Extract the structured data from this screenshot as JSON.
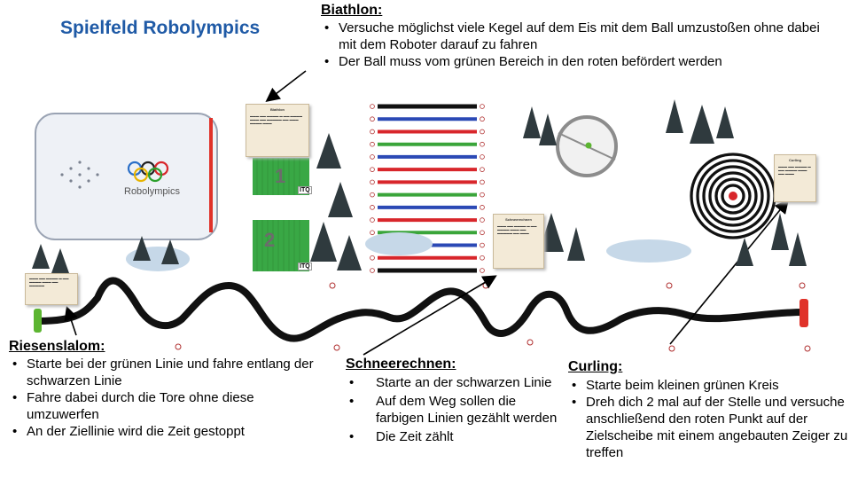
{
  "title": "Spielfeld Robolympics",
  "logo_text": "Robolympics",
  "itq_label": "ITQ",
  "lane_numbers": [
    "1",
    "2"
  ],
  "sections": {
    "biathlon": {
      "title": "Biathlon:",
      "items": [
        "Versuche möglichst viele Kegel auf dem Eis mit dem Ball umzustoßen ohne dabei mit dem Roboter darauf zu fahren",
        "Der Ball muss vom grünen Bereich in den roten befördert werden"
      ]
    },
    "riesenslalom": {
      "title": "Riesenslalom:",
      "items": [
        "Starte bei der grünen Linie und fahre entlang der schwarzen Linie",
        "Fahre dabei durch die Tore ohne diese umzuwerfen",
        "An der Ziellinie wird die Zeit gestoppt"
      ]
    },
    "schneerechnen": {
      "title": "Schneerechnen:",
      "items": [
        "Starte an der schwarzen Linie",
        "Auf dem Weg sollen die farbigen Linien gezählt werden",
        "Die Zeit zählt"
      ]
    },
    "curling": {
      "title": "Curling:",
      "items": [
        "Starte beim kleinen grünen Kreis",
        "Dreh dich 2 mal auf der Stelle und versuche anschließend den roten Punkt auf der Zielscheibe mit einem angebauten Zeiger zu treffen"
      ]
    }
  },
  "field_notes": {
    "biathlon_card": "Biathlon",
    "curling_card": "Curling",
    "schnee_card": "Schneerechnen"
  },
  "colors": {
    "title_blue": "#1f5aa6",
    "start_green": "#5cb531",
    "finish_red": "#e0322a",
    "line_blue": "#2b49b5",
    "line_red": "#d8262b",
    "line_green": "#3aa53a"
  },
  "schnee_lines": [
    "black",
    "blue",
    "red",
    "green",
    "blue",
    "red",
    "red",
    "green",
    "blue",
    "red",
    "green",
    "blue",
    "red",
    "black"
  ]
}
